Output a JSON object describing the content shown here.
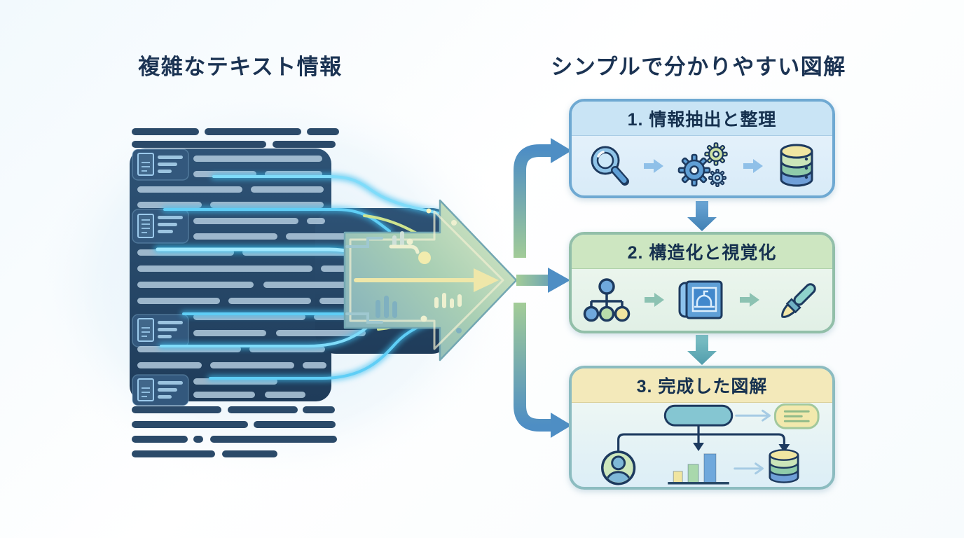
{
  "titles": {
    "left": "複雑なテキスト情報",
    "right": "シンプルで分かりやすい図解"
  },
  "steps": [
    {
      "title": "1. 情報抽出と整理",
      "icons": [
        "magnifier-icon",
        "arrow-right-icon",
        "gears-icon",
        "arrow-right-icon",
        "database-icon"
      ]
    },
    {
      "title": "2. 構造化と視覚化",
      "icons": [
        "tree-diagram-icon",
        "arrow-right-icon",
        "blueprint-icon",
        "arrow-right-icon",
        "paintbrush-icon"
      ]
    },
    {
      "title": "3. 完成した図解",
      "icons": [
        "flow-start-node",
        "arrow-right-icon",
        "note-icon",
        "person-icon",
        "bar-chart-icon",
        "database-icon"
      ]
    }
  ],
  "illustration": {
    "left_panel_document_icons": 4
  },
  "colors": {
    "title_text": "#1b3353",
    "dark_panel": "#27496b",
    "trace_glow": "#3fc0f0",
    "step1_header": "#c9e4f5",
    "step1_border": "#6fa9d2",
    "step2_header": "#cde6c1",
    "step2_border": "#92bfa9",
    "step3_header": "#f3e9ba",
    "step3_border": "#8cbcc0",
    "connector_blue": "#4e8ec4",
    "connector_green": "#a3cc97",
    "accent_yellow": "#f0e6a2"
  }
}
